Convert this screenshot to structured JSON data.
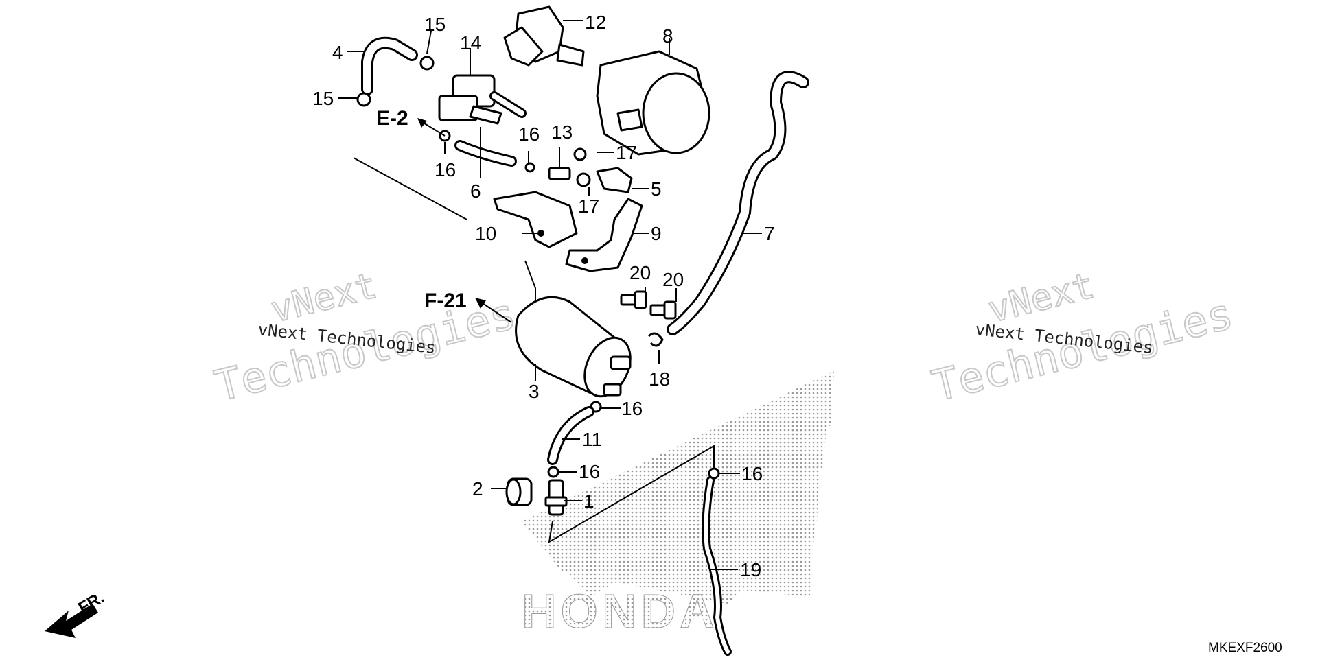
{
  "diagram": {
    "code": "MKEXF2600",
    "brand": "HONDA",
    "direction_label": "FR.",
    "references": [
      "E-2",
      "F-21"
    ],
    "callouts": [
      "15",
      "14",
      "12",
      "8",
      "4",
      "15",
      "16",
      "13",
      "17",
      "16",
      "6",
      "5",
      "17",
      "10",
      "9",
      "7",
      "20",
      "20",
      "3",
      "18",
      "16",
      "11",
      "16",
      "2",
      "1",
      "16",
      "19"
    ]
  },
  "watermark": {
    "line1": "vNext",
    "line2": "Technologies",
    "full": "vNext Technologies"
  },
  "colors": {
    "ink": "#000000",
    "background": "#ffffff",
    "watermark": "#c8c8c8",
    "honda_dots": "#9a9a9a"
  }
}
